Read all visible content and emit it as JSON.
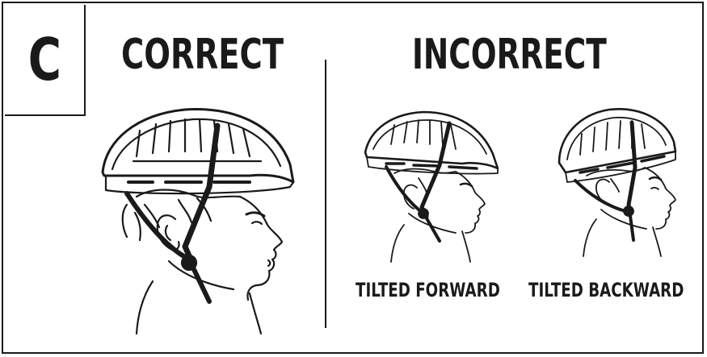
{
  "panel": {
    "step_label": "C",
    "correct_heading": "CORRECT",
    "incorrect_heading": "INCORRECT"
  },
  "illustrations": [
    {
      "name": "correct-helmet-fit",
      "caption": ""
    },
    {
      "name": "tilted-forward-helmet-fit",
      "caption": "TILTED FORWARD"
    },
    {
      "name": "tilted-backward-helmet-fit",
      "caption": "TILTED BACKWARD"
    }
  ],
  "colors": {
    "ink": "#1a1a1a",
    "background": "#ffffff"
  }
}
